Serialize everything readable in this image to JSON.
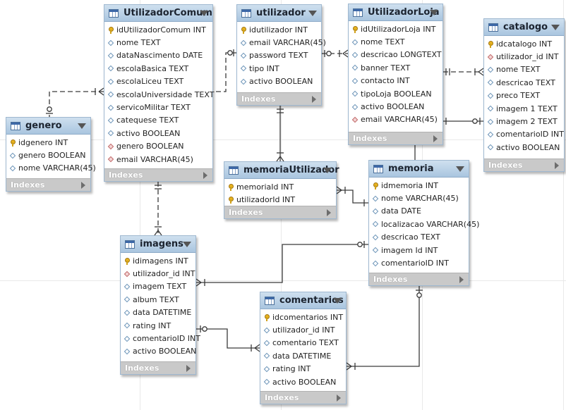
{
  "footer_label": "Indexes",
  "tables": {
    "utilizadorComum": {
      "name": "UtilizadorComum",
      "columns": [
        {
          "name": "idUtilizadorComum INT",
          "icon": "key"
        },
        {
          "name": "nome TEXT",
          "icon": "col"
        },
        {
          "name": "dataNascimento DATE",
          "icon": "col"
        },
        {
          "name": "escolaBasica TEXT",
          "icon": "col"
        },
        {
          "name": "escolaLiceu TEXT",
          "icon": "col"
        },
        {
          "name": "escolaUniversidade TEXT",
          "icon": "col"
        },
        {
          "name": "servicoMilitar TEXT",
          "icon": "col"
        },
        {
          "name": "catequese TEXT",
          "icon": "col"
        },
        {
          "name": "activo BOOLEAN",
          "icon": "col"
        },
        {
          "name": "genero BOOLEAN",
          "icon": "fk"
        },
        {
          "name": "email VARCHAR(45)",
          "icon": "fk"
        }
      ]
    },
    "utilizador": {
      "name": "utilizador",
      "columns": [
        {
          "name": "idutilizador INT",
          "icon": "key"
        },
        {
          "name": "email VARCHAR(45)",
          "icon": "col"
        },
        {
          "name": "password TEXT",
          "icon": "col"
        },
        {
          "name": "tipo INT",
          "icon": "col"
        },
        {
          "name": "activo BOOLEAN",
          "icon": "col"
        }
      ]
    },
    "utilizadorLoja": {
      "name": "UtilizadorLoja",
      "columns": [
        {
          "name": "idUtilizadorLoja INT",
          "icon": "key"
        },
        {
          "name": "nome TEXT",
          "icon": "col"
        },
        {
          "name": "descricao LONGTEXT",
          "icon": "col"
        },
        {
          "name": "banner TEXT",
          "icon": "col"
        },
        {
          "name": "contacto INT",
          "icon": "col"
        },
        {
          "name": "tipoLoja BOOLEAN",
          "icon": "col"
        },
        {
          "name": "activo BOOLEAN",
          "icon": "col"
        },
        {
          "name": "email VARCHAR(45)",
          "icon": "fk"
        }
      ]
    },
    "catalogo": {
      "name": "catalogo",
      "columns": [
        {
          "name": "idcatalogo INT",
          "icon": "key"
        },
        {
          "name": "utilizador_id INT",
          "icon": "fk"
        },
        {
          "name": "nome TEXT",
          "icon": "col"
        },
        {
          "name": "descricao TEXT",
          "icon": "col"
        },
        {
          "name": "preco TEXT",
          "icon": "col"
        },
        {
          "name": "imagem 1 TEXT",
          "icon": "col"
        },
        {
          "name": "imagem 2 TEXT",
          "icon": "col"
        },
        {
          "name": "comentarioID INT",
          "icon": "col"
        },
        {
          "name": "activo BOOLEAN",
          "icon": "col"
        }
      ]
    },
    "genero": {
      "name": "genero",
      "columns": [
        {
          "name": "idgenero INT",
          "icon": "key"
        },
        {
          "name": "genero BOOLEAN",
          "icon": "col"
        },
        {
          "name": "nome VARCHAR(45)",
          "icon": "col"
        }
      ]
    },
    "memoriaUtilizador": {
      "name": "memoriaUtilizador",
      "columns": [
        {
          "name": "memoriaId INT",
          "icon": "key"
        },
        {
          "name": "utilizadorId INT",
          "icon": "key"
        }
      ]
    },
    "memoria": {
      "name": "memoria",
      "columns": [
        {
          "name": "idmemoria INT",
          "icon": "key"
        },
        {
          "name": "nome VARCHAR(45)",
          "icon": "col"
        },
        {
          "name": "data DATE",
          "icon": "col"
        },
        {
          "name": "localizacao VARCHAR(45)",
          "icon": "col"
        },
        {
          "name": "descricao TEXT",
          "icon": "col"
        },
        {
          "name": "imagem Id INT",
          "icon": "col"
        },
        {
          "name": "comentarioID INT",
          "icon": "col"
        }
      ]
    },
    "imagens": {
      "name": "imagens",
      "columns": [
        {
          "name": "idimagens INT",
          "icon": "key"
        },
        {
          "name": "utilizador_id INT",
          "icon": "fk"
        },
        {
          "name": "imagem TEXT",
          "icon": "col"
        },
        {
          "name": "album TEXT",
          "icon": "col"
        },
        {
          "name": "data DATETIME",
          "icon": "col"
        },
        {
          "name": "rating INT",
          "icon": "col"
        },
        {
          "name": "comentarioID INT",
          "icon": "col"
        },
        {
          "name": "activo BOOLEAN",
          "icon": "col"
        }
      ]
    },
    "comentarios": {
      "name": "comentarios",
      "columns": [
        {
          "name": "idcomentarios INT",
          "icon": "key"
        },
        {
          "name": "utilizador_id INT",
          "icon": "col"
        },
        {
          "name": "comentario TEXT",
          "icon": "col"
        },
        {
          "name": "data DATETIME",
          "icon": "col"
        },
        {
          "name": "rating INT",
          "icon": "col"
        },
        {
          "name": "activo BOOLEAN",
          "icon": "col"
        }
      ]
    }
  },
  "relationships": [
    {
      "from": "utilizador",
      "to": "utilizadorComum",
      "style": "dashed"
    },
    {
      "from": "utilizador",
      "to": "utilizadorLoja",
      "style": "dashed"
    },
    {
      "from": "utilizadorComum",
      "to": "genero",
      "style": "dashed"
    },
    {
      "from": "utilizadorLoja",
      "to": "catalogo",
      "style": "dashed"
    },
    {
      "from": "utilizador",
      "to": "memoriaUtilizador",
      "style": "solid"
    },
    {
      "from": "memoria",
      "to": "memoriaUtilizador",
      "style": "solid"
    },
    {
      "from": "utilizadorComum",
      "to": "imagens",
      "style": "dashed"
    },
    {
      "from": "memoria",
      "to": "imagens",
      "style": "solid"
    },
    {
      "from": "memoria",
      "to": "comentarios",
      "style": "solid"
    },
    {
      "from": "imagens",
      "to": "comentarios",
      "style": "solid"
    },
    {
      "from": "catalogo",
      "to": "utilizadorLoja",
      "style": "solid"
    }
  ]
}
